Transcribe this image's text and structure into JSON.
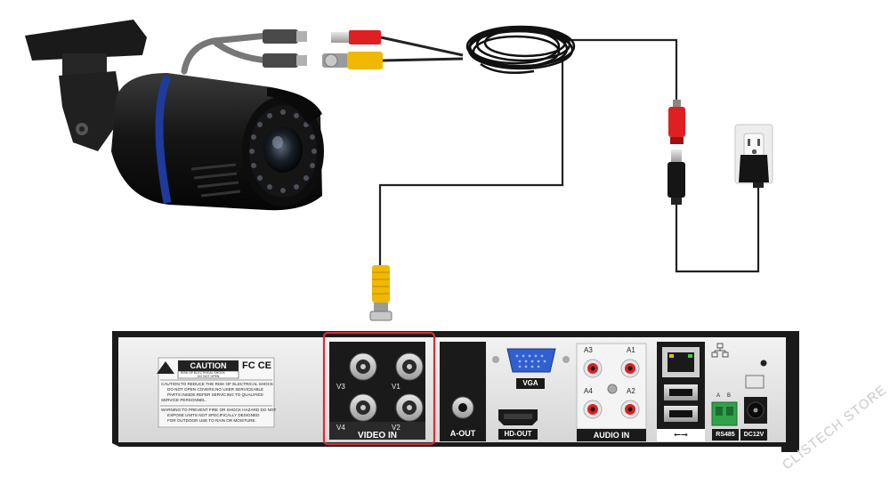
{
  "dvr": {
    "caution_title": "CAUTION",
    "caution_sub_1": "RISK OF ELECTRICAL SHOCK",
    "caution_sub_2": "DO NOT OPEN",
    "fc_ce": "FC CE",
    "warning_lines": [
      "CAUTION:TO REDUCE THE RISK OF ELECTRICAL SHOCK",
      "DO NOT OPEN COVERS.NO USER SERVICEABLE",
      "PARTS INSIDE.REFER SERVICING TO QUALIFIED",
      "SERVICE PERSONNEL.",
      "WARNING:TO PREVENT FIRE OR SHOCK HAZARD DO NOT",
      "EXPOSE UNITS NOT SPECIFICALLY DESIGNED",
      "FOR OUTDOOR USE TO RAIN OR MOISTURE."
    ],
    "video_in_label": "VIDEO IN",
    "video_ports": {
      "v1": "V1",
      "v2": "V2",
      "v3": "V3",
      "v4": "V4"
    },
    "a_out_label": "A-OUT",
    "vga_label": "VGA",
    "hd_out_label": "HD-OUT",
    "audio_in_label": "AUDIO IN",
    "audio_ports": {
      "a1": "A1",
      "a2": "A2",
      "a3": "A3",
      "a4": "A4"
    },
    "rs485_label": "RS485",
    "rs485_pins": {
      "a": "A",
      "b": "B"
    },
    "dc12v_label": "DC12V",
    "usb_symbol": "⭠⭢"
  },
  "watermark": "CLISTECH STORE",
  "colors": {
    "highlight_box": "#d0303a",
    "camera_ring": "#1e3a9a",
    "bnc_yellow": "#f0b800",
    "rca_red": "#e02020",
    "dvr_body": "#1a1a1a",
    "dvr_panel": "#e6e6e6",
    "vga_blue": "#2f5fd0",
    "terminal_green": "#2fa24a"
  }
}
